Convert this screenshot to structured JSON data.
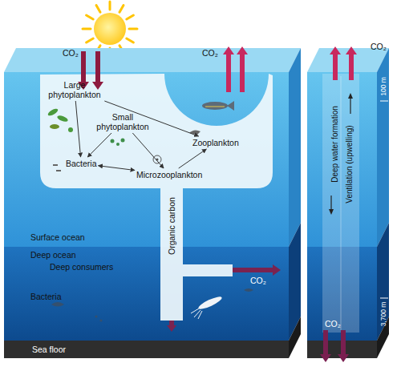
{
  "diagram": {
    "nodes": [
      {
        "text": [
          "Large phytoplankton"
        ]
      },
      {
        "text": [
          "Small phytoplankton"
        ]
      },
      {
        "text": [
          "Bacteria"
        ]
      },
      {
        "text": [
          "Microzooplankton"
        ]
      },
      {
        "text": [
          "Zooplankton"
        ]
      }
    ],
    "edges": [
      {
        "from": 0,
        "to": 4,
        "arrow": "to"
      },
      {
        "from": 0,
        "to": 2,
        "arrow": "to"
      },
      {
        "from": 1,
        "to": 2,
        "arrow": "to"
      },
      {
        "from": 1,
        "to": 3,
        "arrow": "to"
      },
      {
        "from": 2,
        "to": 3,
        "arrow": "both"
      },
      {
        "from": 3,
        "to": 4,
        "arrow": "to"
      }
    ],
    "labels": [
      "CO₂",
      "CO₂",
      "CO₂",
      "Organic carbon",
      "CO₂",
      "Surface ocean",
      "Deep ocean",
      "Deep consumers",
      "Bacteria",
      "Sea floor",
      "Deep water formation",
      "Ventilation (upwelling)",
      "CO₂",
      "100 m",
      "3,700 m"
    ]
  }
}
